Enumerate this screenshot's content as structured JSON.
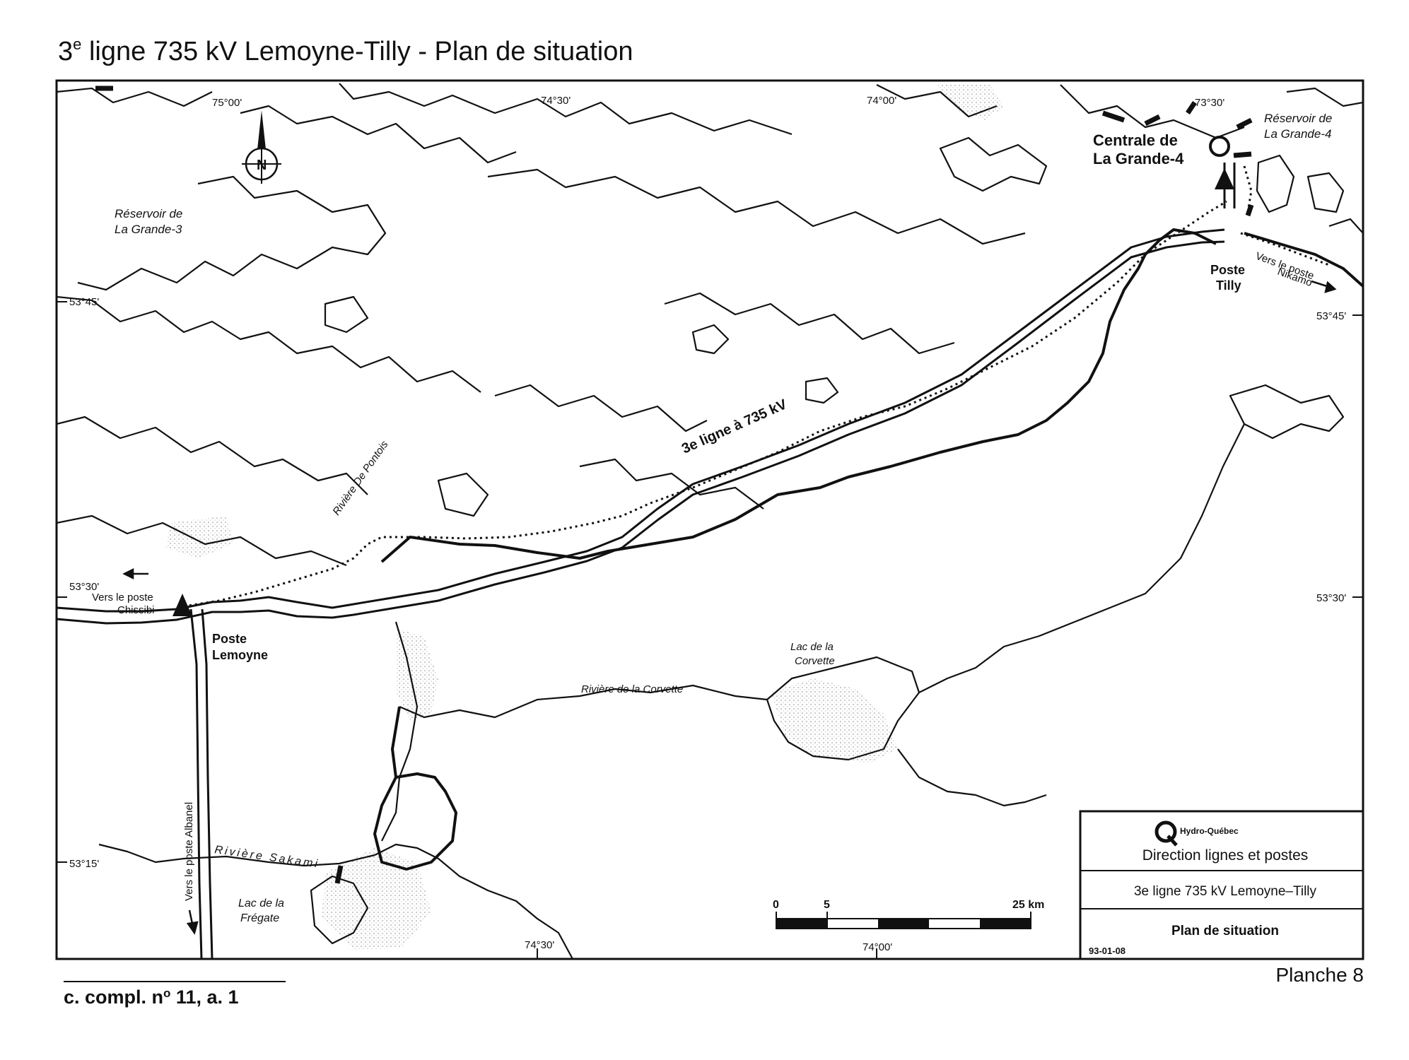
{
  "page_title": {
    "text_pre": "3",
    "text_sup": "e",
    "text_post": " ligne 735 kV Lemoyne-Tilly - Plan de situation"
  },
  "graticule": {
    "lon_75_00": "75°00'",
    "lon_74_30_top": "74°30'",
    "lon_74_00_top": "74°00'",
    "lon_73_30": "73°30'",
    "lat_53_45_left": "53°45'",
    "lat_53_45_right": "53°45'",
    "lat_53_30_left": "53°30'",
    "lat_53_30_right": "53°30'",
    "lat_53_15_left": "53°15'",
    "lon_74_30_bottom": "74°30'",
    "lon_74_00_bottom": "74°00'"
  },
  "north_arrow": {
    "letter": "N"
  },
  "places": {
    "reservoir_lg3_line1": "Réservoir de",
    "reservoir_lg3_line2": "La Grande-3",
    "reservoir_lg4_line1": "Réservoir de",
    "reservoir_lg4_line2": "La Grande-4",
    "centrale_line1": "Centrale de",
    "centrale_line2": "La Grande-4",
    "poste_tilly_line1": "Poste",
    "poste_tilly_line2": "Tilly",
    "poste_lemoyne_line1": "Poste",
    "poste_lemoyne_line2": "Lemoyne",
    "vers_chissibi_line1": "Vers le poste",
    "vers_chissibi_line2": "Chissibi",
    "vers_nikamo_line1": "Vers le poste",
    "vers_nikamo_line2": "Nikamo",
    "vers_albanel": "Vers le poste Albanel",
    "riviere_de_pontois": "Rivière De Pontois",
    "riviere_corvette": "Rivière de la Corvette",
    "lac_corvette_line1": "Lac de la",
    "lac_corvette_line2": "Corvette",
    "riviere_sakami": "Rivière Sakami",
    "lac_fregate_line1": "Lac de la",
    "lac_fregate_line2": "Frégate",
    "ligne_label": "3e ligne à 735 kV"
  },
  "scale_bar": {
    "tick_0": "0",
    "tick_5": "5",
    "tick_25": "25 km",
    "total_km": 25
  },
  "legend_box": {
    "logo_letter": "Q",
    "organization": "Hydro-Québec",
    "department": "Direction lignes et postes",
    "project": "3e ligne 735 kV Lemoyne–Tilly",
    "document": "Plan de situation",
    "date": "93-01-08"
  },
  "planche": "Planche 8",
  "footer": {
    "text_pre": "c. compl. n",
    "text_sup": "o",
    "text_post": " 11, a. 1"
  }
}
